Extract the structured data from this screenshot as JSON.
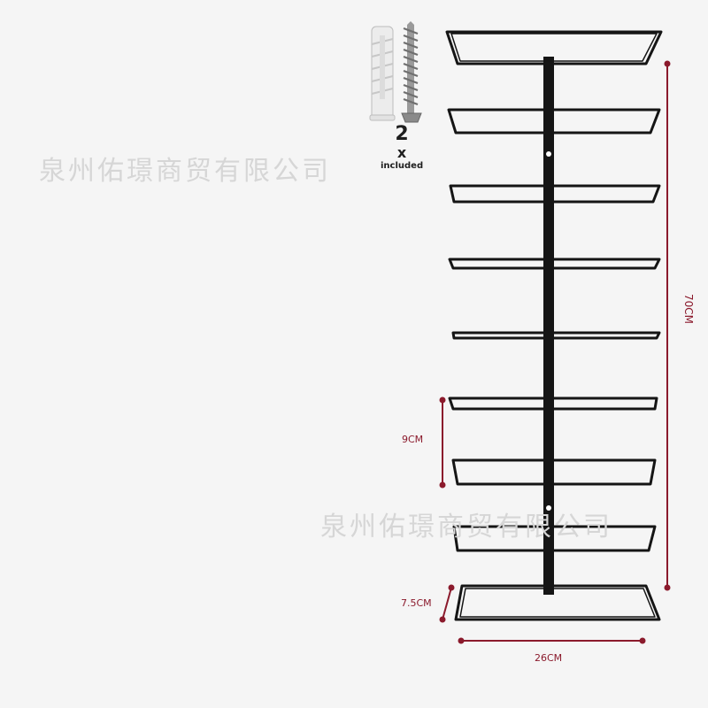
{
  "watermark": {
    "text_1": "泉州佑璟商贸有限公司",
    "text_2": "泉州佑璟商贸有限公司"
  },
  "hardware": {
    "count": "2",
    "multiplier": "x",
    "note": "included"
  },
  "dimensions": {
    "height": "70CM",
    "spacing": "9CM",
    "depth": "7.5CM",
    "width": "26CM"
  },
  "colors": {
    "background": "#f5f5f5",
    "rack": "#151515",
    "dimension": "#8b1a2c",
    "watermark": "#d6d6d6"
  }
}
